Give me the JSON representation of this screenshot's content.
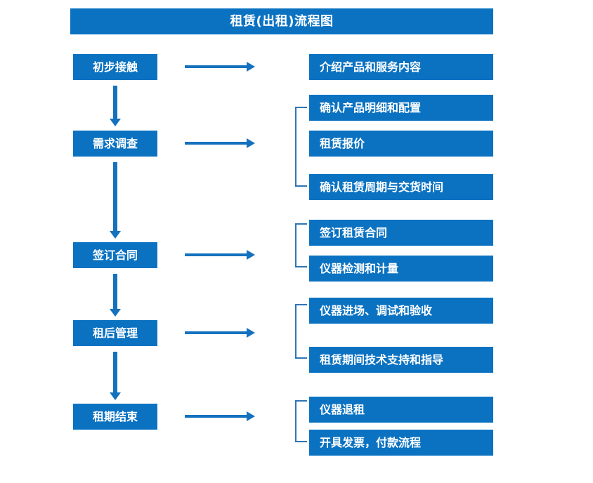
{
  "diagram": {
    "title": "租赁(出租)流程图",
    "accent_color": "#0B72C2",
    "arrow_color": "#1471BE",
    "bracket_color": "#2E75B6",
    "text_color": "#FFFFFF",
    "background_color": "#FFFFFF",
    "stages": [
      {
        "id": "stage-1",
        "label": "初步接触",
        "details": [
          {
            "id": "detail-1-1",
            "label": "介绍产品和服务内容"
          }
        ]
      },
      {
        "id": "stage-2",
        "label": "需求调查",
        "details": [
          {
            "id": "detail-2-1",
            "label": "确认产品明细和配置"
          },
          {
            "id": "detail-2-2",
            "label": "租赁报价"
          },
          {
            "id": "detail-2-3",
            "label": "确认租赁周期与交货时间"
          }
        ]
      },
      {
        "id": "stage-3",
        "label": "签订合同",
        "details": [
          {
            "id": "detail-3-1",
            "label": "签订租赁合同"
          },
          {
            "id": "detail-3-2",
            "label": "仪器检测和计量"
          }
        ]
      },
      {
        "id": "stage-4",
        "label": "租后管理",
        "details": [
          {
            "id": "detail-4-1",
            "label": "仪器进场、调试和验收"
          },
          {
            "id": "detail-4-2",
            "label": "租赁期间技术支持和指导"
          }
        ]
      },
      {
        "id": "stage-5",
        "label": "租期结束",
        "details": [
          {
            "id": "detail-5-1",
            "label": "仪器退租"
          },
          {
            "id": "detail-5-2",
            "label": "开具发票，付款流程"
          }
        ]
      }
    ]
  }
}
